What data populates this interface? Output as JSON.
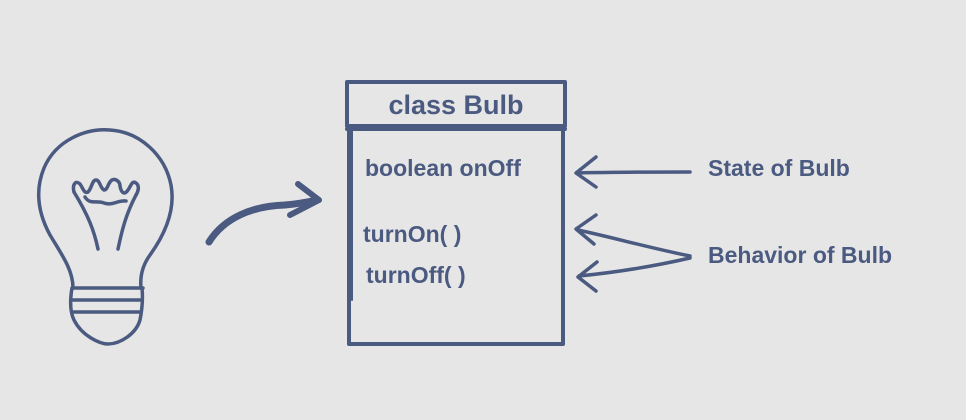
{
  "diagram": {
    "class_box": {
      "title": "class Bulb",
      "field": "boolean onOff",
      "methods": [
        "turnOn( )",
        "turnOff( )"
      ]
    },
    "annotations": {
      "state": "State of Bulb",
      "behavior": "Behavior of Bulb"
    },
    "icons": {
      "bulb": "light-bulb-icon",
      "arrow": "curved-arrow-icon"
    },
    "colors": {
      "ink": "#4b5a80",
      "background": "#e6e6e6"
    }
  }
}
